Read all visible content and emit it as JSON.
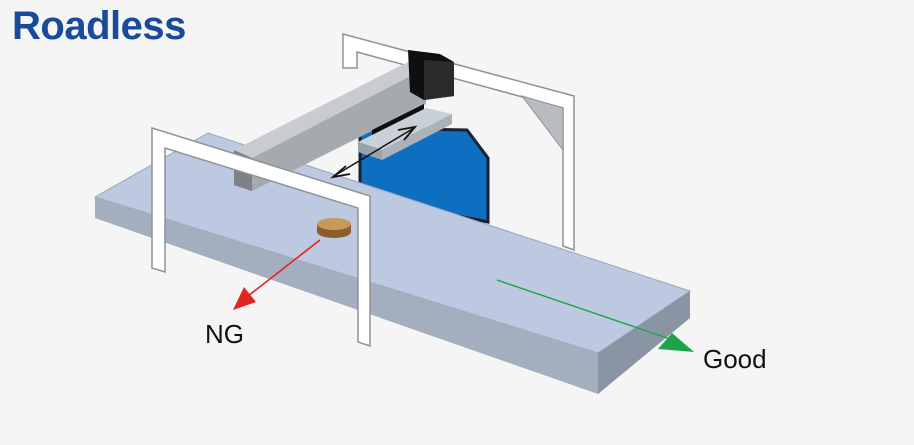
{
  "title": "Roadless",
  "labels": {
    "reject": "NG",
    "pass": "Good"
  },
  "colors": {
    "title": "#1a4a9a",
    "background": "#f4f5f4",
    "conveyor_top": "#bcc9e1",
    "conveyor_front": "#a3afbf",
    "conveyor_side": "#8a95a3",
    "frame": "#ffffff",
    "frame_outline": "#8e9398",
    "arm": "#a5aaae",
    "arm_dark": "#575a5e",
    "actuator": "#0f0f0f",
    "panel": "#0e6ec0",
    "sensor_plate": "#b7bec5",
    "part": "#bf8b4a",
    "reject_arrow": "#e32424",
    "pass_arrow": "#1fa34a"
  },
  "icons": {
    "reject": "arrow-down-left-icon",
    "pass": "arrow-right-icon",
    "motion": "double-arrow-icon"
  }
}
